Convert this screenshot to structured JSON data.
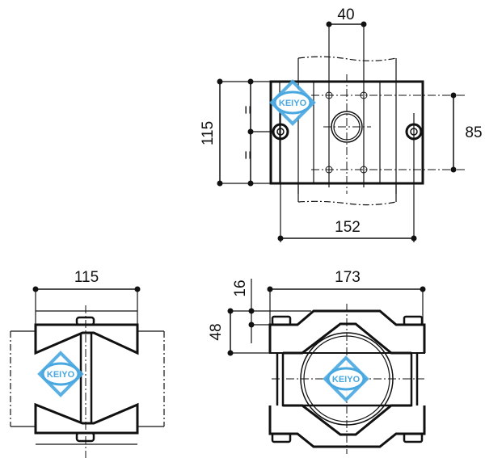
{
  "drawing": {
    "brand_logo": "KEIYO",
    "logo_color": "#4aa8e0",
    "top_view": {
      "dim_top": "40",
      "dim_left": "115",
      "dim_right": "85",
      "dim_bottom": "152",
      "equal_mark_upper": "=",
      "equal_mark_lower": "="
    },
    "side_view": {
      "dim_top": "115"
    },
    "front_view": {
      "dim_top": "173",
      "dim_16": "16",
      "dim_48": "48"
    }
  }
}
